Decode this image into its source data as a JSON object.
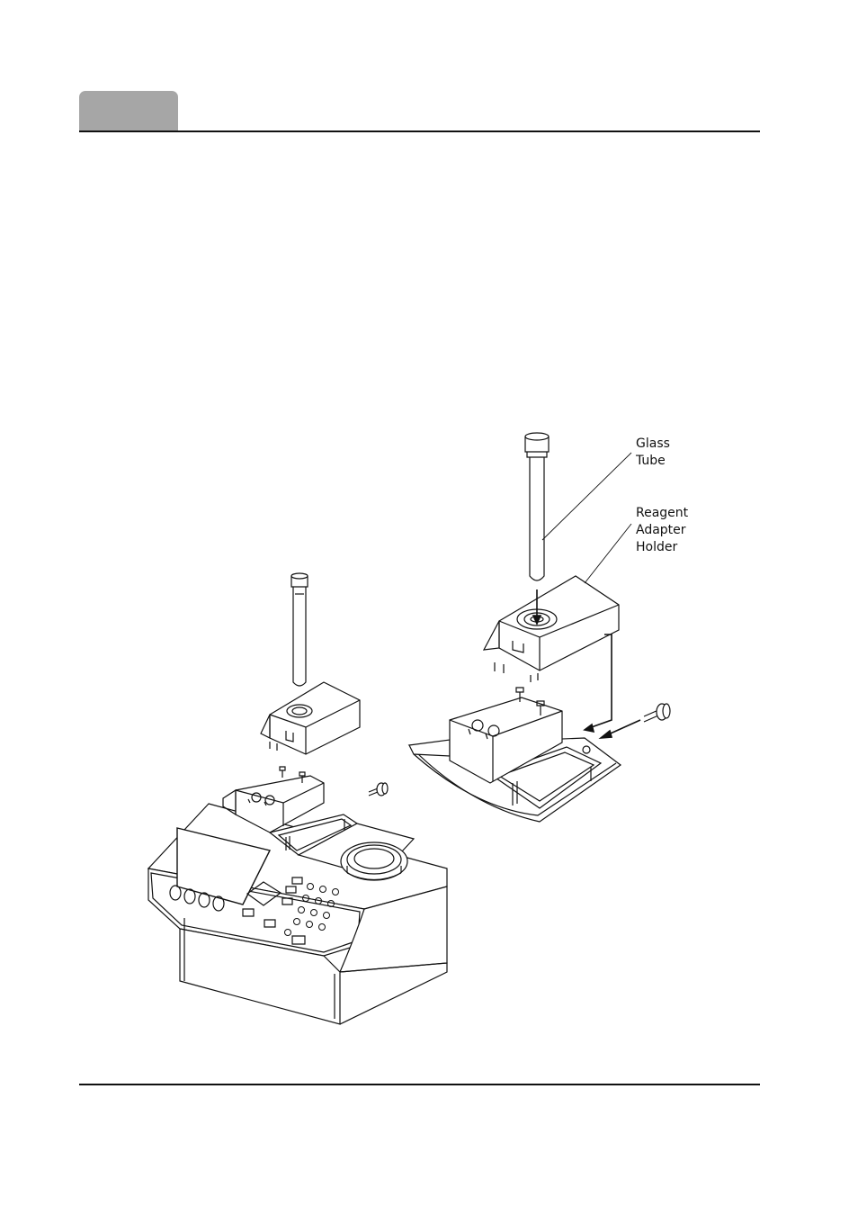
{
  "page": {
    "header_tab_color": "#a6a6a6",
    "rule_color": "#111111"
  },
  "figure": {
    "callouts": [
      {
        "id": "glass-tube",
        "text": "Glass\nTube"
      },
      {
        "id": "reagent-adapter-holder",
        "text": "Reagent\nAdapter\nHolder"
      }
    ],
    "icons": [
      "arrow-icon",
      "glass-tube-illustration",
      "adapter-holder-illustration",
      "instrument-illustration",
      "thumb-screw-illustration"
    ]
  }
}
